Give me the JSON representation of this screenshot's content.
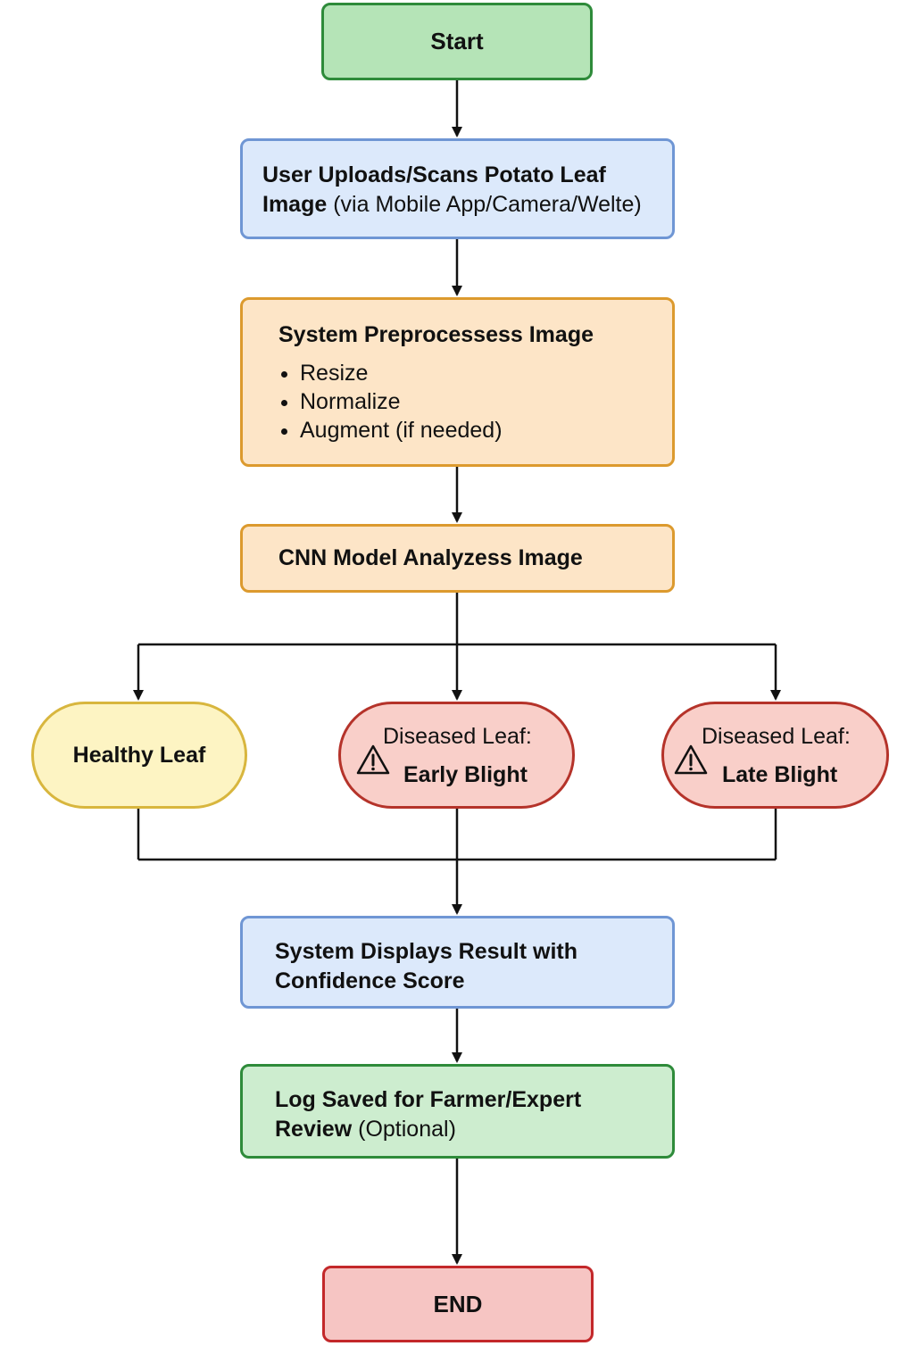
{
  "nodes": {
    "start": "Start",
    "upload": {
      "bold": "User Uploads/Scans Potato Leaf Image",
      "normal": "(via Mobile App/Camera/Welte)"
    },
    "preprocess": {
      "title": "System Preprocessess Image",
      "items": [
        "Resize",
        "Normalize",
        "Augment (if needed)"
      ]
    },
    "cnn": "CNN Model Analyzess Image",
    "healthy": "Healthy Leaf",
    "early": {
      "line1": "Diseased Leaf:",
      "line2": "Early Blight",
      "icon": "warning-triangle-icon"
    },
    "late": {
      "line1": "Diseased Leaf:",
      "line2": "Late Blight",
      "icon": "warning-triangle-icon"
    },
    "display": {
      "line1": "System Displays Result with",
      "line2": "Confidence Score"
    },
    "log": {
      "line1": "Log Saved for Farmer/Expert",
      "line2_bold": "Review",
      "line2_normal": "(Optional)"
    },
    "end": "END"
  },
  "colors": {
    "start_fill": "#b5e4b7",
    "start_border": "#2e8b3a",
    "blue_fill": "#dce9fb",
    "blue_border": "#6f96d4",
    "orange_fill": "#fde5c7",
    "orange_border": "#dc9a2e",
    "yellow_fill": "#fdf4c3",
    "yellow_border": "#d8b63e",
    "red_fill": "#f9cfc9",
    "red_border": "#b5332a",
    "green_fill": "#cdedcf",
    "end_fill": "#f6c5c3",
    "end_border": "#c3282a"
  }
}
